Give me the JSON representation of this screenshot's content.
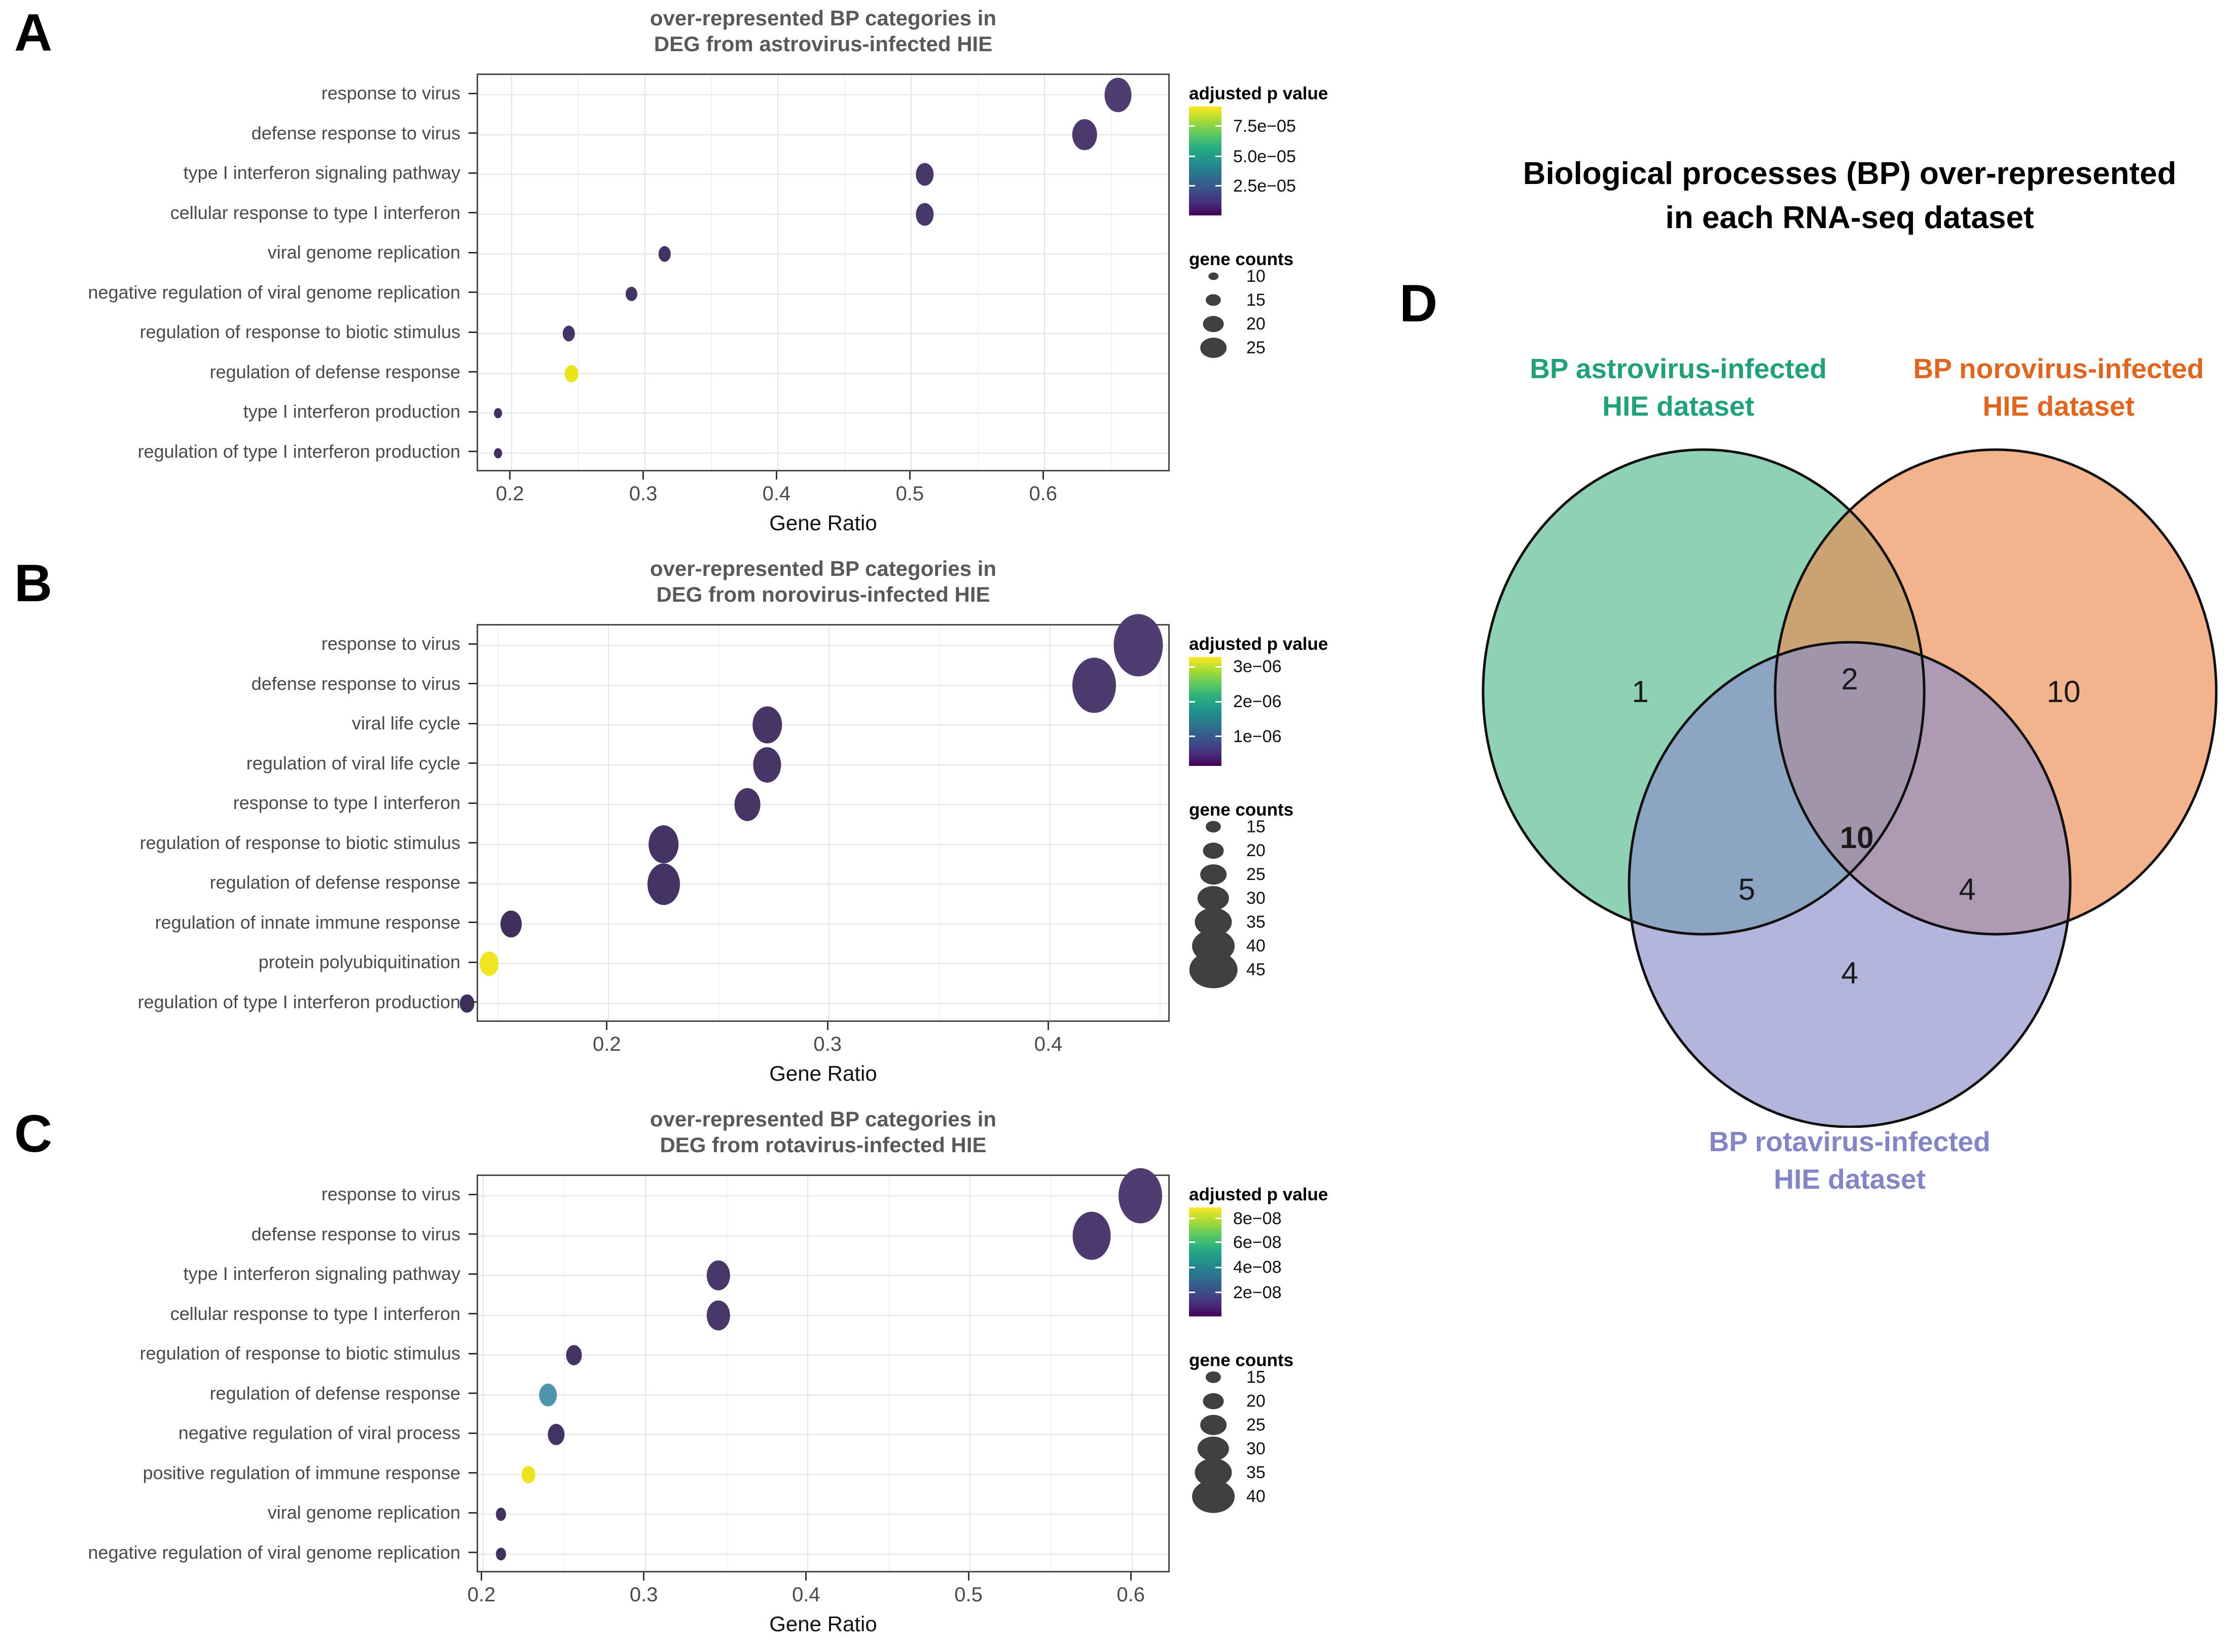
{
  "chart_data": [
    {
      "type": "scatter",
      "panel_label": "A",
      "title_line1": "over-represented BP categories in",
      "title_line2": "DEG from astrovirus-infected HIE",
      "xlabel": "Gene Ratio",
      "x_range": [
        0.175,
        0.695
      ],
      "x_ticks": [
        0.2,
        0.3,
        0.4,
        0.5,
        0.6
      ],
      "grid": true,
      "legend_position": "right",
      "pvalue_legend_title": "adjusted p value",
      "pvalue_ticks": [
        {
          "label": "7.5e−05",
          "pos": 0.18
        },
        {
          "label": "5.0e−05",
          "pos": 0.46
        },
        {
          "label": "2.5e−05",
          "pos": 0.73
        }
      ],
      "size_legend_title": "gene counts",
      "size_legend": [
        10,
        15,
        20,
        25
      ],
      "points": [
        {
          "category": "response to virus",
          "gene_ratio": 0.655,
          "gene_count": 25,
          "color": "#4f3d71"
        },
        {
          "category": "defense response to virus",
          "gene_ratio": 0.63,
          "gene_count": 23,
          "color": "#4c3a6e"
        },
        {
          "category": "type I interferon signaling pathway",
          "gene_ratio": 0.51,
          "gene_count": 17,
          "color": "#483769"
        },
        {
          "category": "cellular response to type I interferon",
          "gene_ratio": 0.51,
          "gene_count": 17,
          "color": "#483769"
        },
        {
          "category": "viral genome replication",
          "gene_ratio": 0.315,
          "gene_count": 12,
          "color": "#443365"
        },
        {
          "category": "negative regulation of viral genome replication",
          "gene_ratio": 0.29,
          "gene_count": 11,
          "color": "#443365"
        },
        {
          "category": "regulation of response to biotic stimulus",
          "gene_ratio": 0.243,
          "gene_count": 12,
          "color": "#443365"
        },
        {
          "category": "regulation of defense response",
          "gene_ratio": 0.245,
          "gene_count": 13,
          "color": "#eae51a"
        },
        {
          "category": "type I interferon production",
          "gene_ratio": 0.19,
          "gene_count": 8,
          "color": "#413160"
        },
        {
          "category": "regulation of type I interferon production",
          "gene_ratio": 0.19,
          "gene_count": 8,
          "color": "#413160"
        }
      ]
    },
    {
      "type": "scatter",
      "panel_label": "B",
      "title_line1": "over-represented BP categories in",
      "title_line2": "DEG from norovirus-infected HIE",
      "xlabel": "Gene Ratio",
      "x_range": [
        0.141,
        0.455
      ],
      "x_ticks": [
        0.2,
        0.3,
        0.4
      ],
      "grid": true,
      "legend_position": "right",
      "pvalue_legend_title": "adjusted p value",
      "pvalue_ticks": [
        {
          "label": "3e−06",
          "pos": 0.09
        },
        {
          "label": "2e−06",
          "pos": 0.41
        },
        {
          "label": "1e−06",
          "pos": 0.73
        }
      ],
      "size_legend_title": "gene counts",
      "size_legend": [
        15,
        20,
        25,
        30,
        35,
        40,
        45
      ],
      "points": [
        {
          "category": "response to virus",
          "gene_ratio": 0.44,
          "gene_count": 45,
          "color": "#4f3d71"
        },
        {
          "category": "defense response to virus",
          "gene_ratio": 0.42,
          "gene_count": 40,
          "color": "#4c3a6e"
        },
        {
          "category": "viral life cycle",
          "gene_ratio": 0.272,
          "gene_count": 27,
          "color": "#473566"
        },
        {
          "category": "regulation of viral life cycle",
          "gene_ratio": 0.272,
          "gene_count": 26,
          "color": "#473566"
        },
        {
          "category": "response to type I interferon",
          "gene_ratio": 0.263,
          "gene_count": 24,
          "color": "#473566"
        },
        {
          "category": "regulation of response to biotic stimulus",
          "gene_ratio": 0.225,
          "gene_count": 28,
          "color": "#443365"
        },
        {
          "category": "regulation of defense response",
          "gene_ratio": 0.225,
          "gene_count": 30,
          "color": "#443365"
        },
        {
          "category": "regulation of innate immune response",
          "gene_ratio": 0.156,
          "gene_count": 20,
          "color": "#3f2f5d"
        },
        {
          "category": "protein polyubiquitination",
          "gene_ratio": 0.146,
          "gene_count": 18,
          "color": "#efe520"
        },
        {
          "category": "regulation of type I interferon production",
          "gene_ratio": 0.136,
          "gene_count": 14,
          "color": "#3f2f5d"
        }
      ]
    },
    {
      "type": "scatter",
      "panel_label": "C",
      "title_line1": "over-represented BP categories in",
      "title_line2": "DEG from rotavirus-infected HIE",
      "xlabel": "Gene Ratio",
      "x_range": [
        0.197,
        0.624
      ],
      "x_ticks": [
        0.2,
        0.3,
        0.4,
        0.5,
        0.6
      ],
      "grid": true,
      "legend_position": "right",
      "pvalue_legend_title": "adjusted p value",
      "pvalue_ticks": [
        {
          "label": "8e−08",
          "pos": 0.1
        },
        {
          "label": "6e−08",
          "pos": 0.32
        },
        {
          "label": "4e−08",
          "pos": 0.55
        },
        {
          "label": "2e−08",
          "pos": 0.78
        }
      ],
      "size_legend_title": "gene counts",
      "size_legend": [
        15,
        20,
        25,
        30,
        35,
        40
      ],
      "points": [
        {
          "category": "response to virus",
          "gene_ratio": 0.605,
          "gene_count": 40,
          "color": "#4f3d71"
        },
        {
          "category": "defense response to virus",
          "gene_ratio": 0.575,
          "gene_count": 35,
          "color": "#4c3a6e"
        },
        {
          "category": "type I interferon signaling pathway",
          "gene_ratio": 0.345,
          "gene_count": 22,
          "color": "#483769"
        },
        {
          "category": "cellular response to type I interferon",
          "gene_ratio": 0.345,
          "gene_count": 22,
          "color": "#483769"
        },
        {
          "category": "regulation of response to biotic stimulus",
          "gene_ratio": 0.256,
          "gene_count": 15,
          "color": "#443365"
        },
        {
          "category": "regulation of defense response",
          "gene_ratio": 0.24,
          "gene_count": 17,
          "color": "#4f96ac"
        },
        {
          "category": "negative regulation of viral process",
          "gene_ratio": 0.245,
          "gene_count": 16,
          "color": "#443365"
        },
        {
          "category": "positive regulation of immune response",
          "gene_ratio": 0.228,
          "gene_count": 13,
          "color": "#ece41f"
        },
        {
          "category": "viral genome replication",
          "gene_ratio": 0.211,
          "gene_count": 10,
          "color": "#413160"
        },
        {
          "category": "negative regulation of viral genome replication",
          "gene_ratio": 0.211,
          "gene_count": 10,
          "color": "#413160"
        }
      ]
    },
    {
      "type": "venn",
      "panel_label": "D",
      "title_line1": "Biological processes (BP) over-represented",
      "title_line2": "in each RNA-seq dataset",
      "sets": [
        {
          "name": "astrovirus",
          "label_line1": "BP astrovirus-infected",
          "label_line2": "HIE dataset",
          "label_color": "#21a179",
          "fill": "#52b88d"
        },
        {
          "name": "norovirus",
          "label_line1": "BP norovirus-infected",
          "label_line2": "HIE dataset",
          "label_color": "#e0661f",
          "fill": "#ed8a4e"
        },
        {
          "name": "rotavirus",
          "label_line1": "BP rotavirus-infected",
          "label_line2": "HIE dataset",
          "label_color": "#8286c7",
          "fill": "#8b8ec9"
        }
      ],
      "regions": [
        {
          "name": "astrovirus-only",
          "value": "1",
          "x": 345,
          "y": 520,
          "bold": false
        },
        {
          "name": "astrovirus-norovirus",
          "value": "2",
          "x": 758,
          "y": 495,
          "bold": false
        },
        {
          "name": "norovirus-only",
          "value": "10",
          "x": 1180,
          "y": 520,
          "bold": false
        },
        {
          "name": "astrovirus-rotavirus",
          "value": "5",
          "x": 555,
          "y": 910,
          "bold": false
        },
        {
          "name": "all-three",
          "value": "10",
          "x": 772,
          "y": 808,
          "bold": true
        },
        {
          "name": "norovirus-rotavirus",
          "value": "4",
          "x": 990,
          "y": 910,
          "bold": false
        },
        {
          "name": "rotavirus-only",
          "value": "4",
          "x": 758,
          "y": 1075,
          "bold": false
        }
      ]
    }
  ]
}
